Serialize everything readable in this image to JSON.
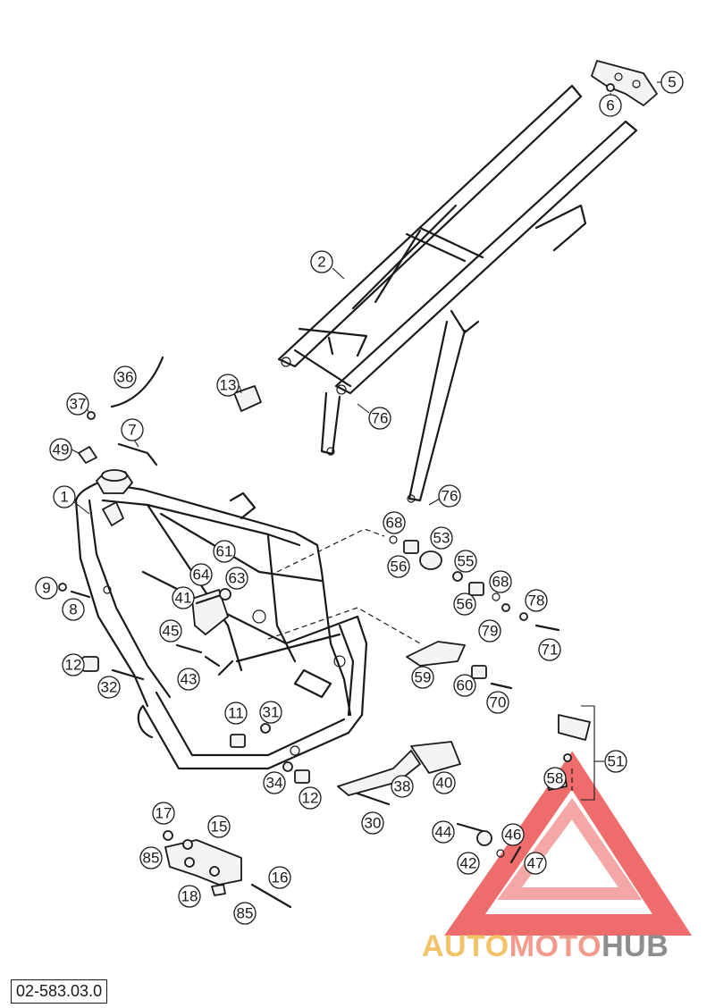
{
  "document": {
    "code": "02-583.03.0"
  },
  "watermark": {
    "part1": "AUTO",
    "part2": "MOTO",
    "part3": "HUB",
    "colors": {
      "triangle": "#ea3b3b",
      "auto": "#f3c36a",
      "moto": "#f29a8c",
      "hub": "#8e8e8e"
    }
  },
  "callouts": [
    "5",
    "6",
    "2",
    "13",
    "36",
    "37",
    "7",
    "49",
    "76",
    "76",
    "1",
    "68",
    "53",
    "61",
    "64",
    "63",
    "56",
    "55",
    "68",
    "56",
    "9",
    "8",
    "41",
    "78",
    "79",
    "71",
    "45",
    "43",
    "12",
    "32",
    "59",
    "60",
    "70",
    "11",
    "31",
    "51",
    "34",
    "12",
    "38",
    "40",
    "58",
    "30",
    "17",
    "15",
    "44",
    "46",
    "42",
    "47",
    "85",
    "16",
    "18",
    "85"
  ]
}
